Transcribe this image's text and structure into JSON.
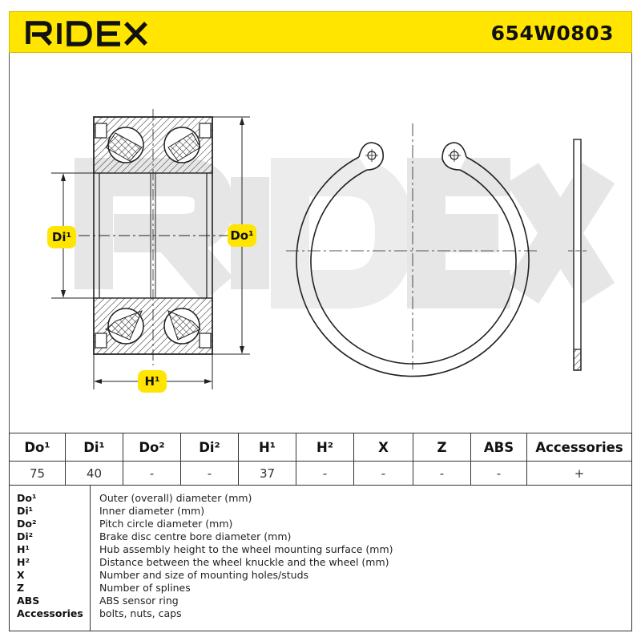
{
  "header": {
    "brand": "RIDEX",
    "part_number": "654W0803",
    "background_color": "#ffe500"
  },
  "drawing": {
    "watermark": "RIDEX",
    "dimension_labels": {
      "inner_diameter": "Di¹",
      "outer_diameter": "Do¹",
      "height": "H¹"
    },
    "label_background_color": "#ffe500"
  },
  "specs_table": {
    "headers": [
      "Do¹",
      "Di¹",
      "Do²",
      "Di²",
      "H¹",
      "H²",
      "X",
      "Z",
      "ABS",
      "Accessories"
    ],
    "values": [
      "75",
      "40",
      "-",
      "-",
      "37",
      "-",
      "-",
      "-",
      "-",
      "+"
    ]
  },
  "legend": [
    {
      "key": "Do¹",
      "description": "Outer (overall) diameter (mm)"
    },
    {
      "key": "Di¹",
      "description": "Inner diameter (mm)"
    },
    {
      "key": "Do²",
      "description": "Pitch circle diameter (mm)"
    },
    {
      "key": "Di²",
      "description": "Brake disc centre bore diameter (mm)"
    },
    {
      "key": "H¹",
      "description": "Hub assembly height to the wheel mounting surface (mm)"
    },
    {
      "key": "H²",
      "description": "Distance between the wheel knuckle and the wheel (mm)"
    },
    {
      "key": "X",
      "description": "Number and size of mounting holes/studs"
    },
    {
      "key": "Z",
      "description": "Number of splines"
    },
    {
      "key": "ABS",
      "description": "ABS sensor ring"
    },
    {
      "key": "Accessories",
      "description": "bolts, nuts, caps"
    }
  ]
}
